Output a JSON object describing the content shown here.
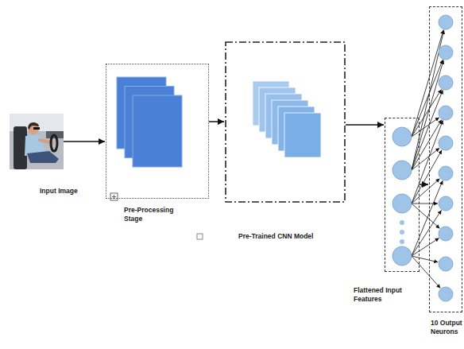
{
  "diagram": {
    "nodes": [
      {
        "text": [
          "Input Image"
        ]
      },
      {
        "text": [
          "Pre-Processing Stage"
        ]
      },
      {
        "text": [
          "Pre-Trained CNN Model"
        ]
      },
      {
        "text": [
          "Flattened Input Features"
        ]
      },
      {
        "text": [
          "10 Output Neurons"
        ]
      }
    ],
    "edges": [
      {
        "from": 0,
        "to": 1,
        "arrow": "to"
      },
      {
        "from": 1,
        "to": 2,
        "arrow": "to"
      },
      {
        "from": 2,
        "to": 3,
        "arrow": "to"
      },
      {
        "from": 3,
        "to": 4,
        "arrow": "to"
      }
    ]
  }
}
